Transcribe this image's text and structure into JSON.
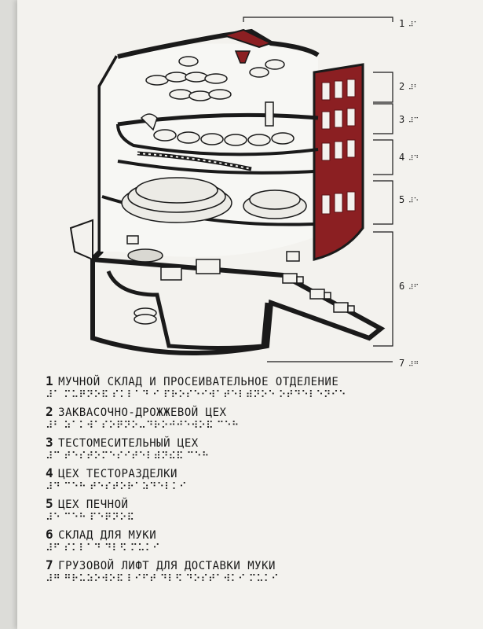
{
  "colors": {
    "brick": "#8b1f22",
    "outline": "#1a1a1a",
    "paper": "#f3f2ee",
    "floor": "#e9e8e3"
  },
  "markers": [
    {
      "num": "1",
      "braille": "⠼⠁"
    },
    {
      "num": "2",
      "braille": "⠼⠃"
    },
    {
      "num": "3",
      "braille": "⠼⠉"
    },
    {
      "num": "4",
      "braille": "⠼⠙"
    },
    {
      "num": "5",
      "braille": "⠼⠑"
    },
    {
      "num": "6",
      "braille": "⠼⠋"
    },
    {
      "num": "7",
      "braille": "⠼⠛"
    }
  ],
  "legend": [
    {
      "num": "1",
      "label": "МУЧНОЙ СКЛАД И ПРОСЕИВАТЕЛЬНОЕ ОТДЕЛЕНИЕ",
      "braille": "⠼⠁ ⠍⠥⠟⠝⠕⠯ ⠎⠅⠇⠁⠙ ⠊ ⠏⠗⠕⠎⠑⠊⠺⠁⠞⠑⠇⠾⠝⠕⠑ ⠕⠞⠙⠑⠇⠑⠝⠊⠑"
    },
    {
      "num": "2",
      "label": "ЗАКВАСОЧНО-ДРОЖЖЕВОЙ ЦЕХ",
      "braille": "⠼⠃ ⠵⠁⠅⠺⠁⠎⠕⠟⠝⠕⠤⠙⠗⠕⠚⠚⠑⠺⠕⠯ ⠉⠑⠓"
    },
    {
      "num": "3",
      "label": "ТЕСТОМЕСИТЕЛЬНЫЙ ЦЕХ",
      "braille": "⠼⠉ ⠞⠑⠎⠞⠕⠍⠑⠎⠊⠞⠑⠇⠾⠝⠮⠯ ⠉⠑⠓"
    },
    {
      "num": "4",
      "label": "ЦЕХ ТЕСТОРАЗДЕЛКИ",
      "braille": "⠼⠙ ⠉⠑⠓ ⠞⠑⠎⠞⠕⠗⠁⠵⠙⠑⠇⠅⠊"
    },
    {
      "num": "5",
      "label": "ЦЕХ ПЕЧНОЙ",
      "braille": "⠼⠑ ⠉⠑⠓ ⠏⠑⠟⠝⠕⠯"
    },
    {
      "num": "6",
      "label": "СКЛАД ДЛЯ МУКИ",
      "braille": "⠼⠋ ⠎⠅⠇⠁⠙ ⠙⠇⠫ ⠍⠥⠅⠊"
    },
    {
      "num": "7",
      "label": "ГРУЗОВОЙ ЛИФТ ДЛЯ ДОСТАВКИ МУКИ",
      "braille": "⠼⠛ ⠛⠗⠥⠵⠕⠺⠕⠯ ⠇⠊⠋⠞ ⠙⠇⠫ ⠙⠕⠎⠞⠁⠺⠅⠊ ⠍⠥⠅⠊"
    }
  ]
}
